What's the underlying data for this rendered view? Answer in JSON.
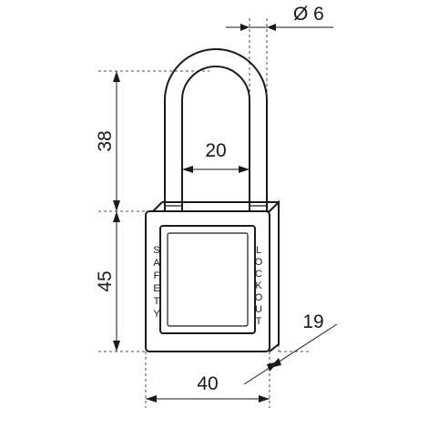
{
  "dimensions": {
    "shackle_diameter": "Ø 6",
    "shackle_clearance_height": "38",
    "shackle_inner_width": "20",
    "body_height": "45",
    "body_depth": "19",
    "body_width": "40"
  },
  "body_labels": {
    "left_vertical": [
      "S",
      "A",
      "F",
      "E",
      "T",
      "Y"
    ],
    "right_vertical": [
      "L",
      "O",
      "C",
      "K",
      "O",
      "U",
      "T"
    ]
  }
}
